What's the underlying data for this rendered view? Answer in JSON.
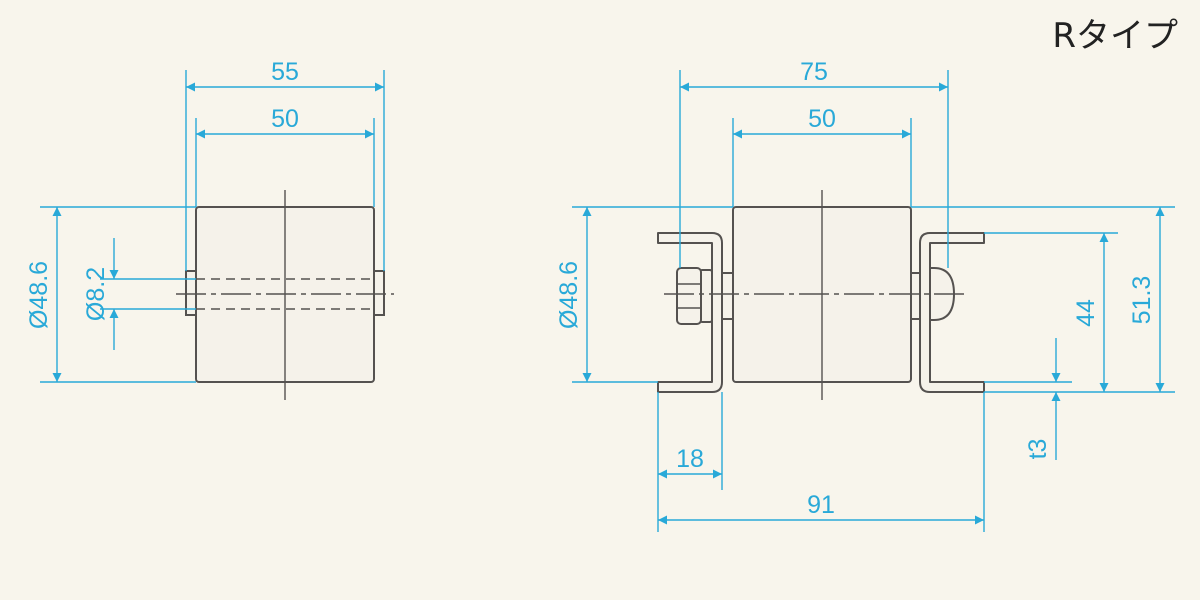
{
  "title": "Rタイプ",
  "colors": {
    "background": "#f8f5ec",
    "dimension": "#29a9d8",
    "outline": "#555250",
    "roller_fill": "#f5f2ea",
    "title": "#222222"
  },
  "left_view": {
    "dims": {
      "overall_width": "55",
      "roller_width": "50",
      "roller_diameter": "Ø48.6",
      "shaft_diameter": "Ø8.2"
    }
  },
  "right_view": {
    "dims": {
      "overall_width": "75",
      "roller_width": "50",
      "roller_diameter": "Ø48.6",
      "inner_height": "44",
      "overall_height": "51.3",
      "thickness": "t3",
      "flange_width": "18",
      "base_width": "91"
    }
  }
}
